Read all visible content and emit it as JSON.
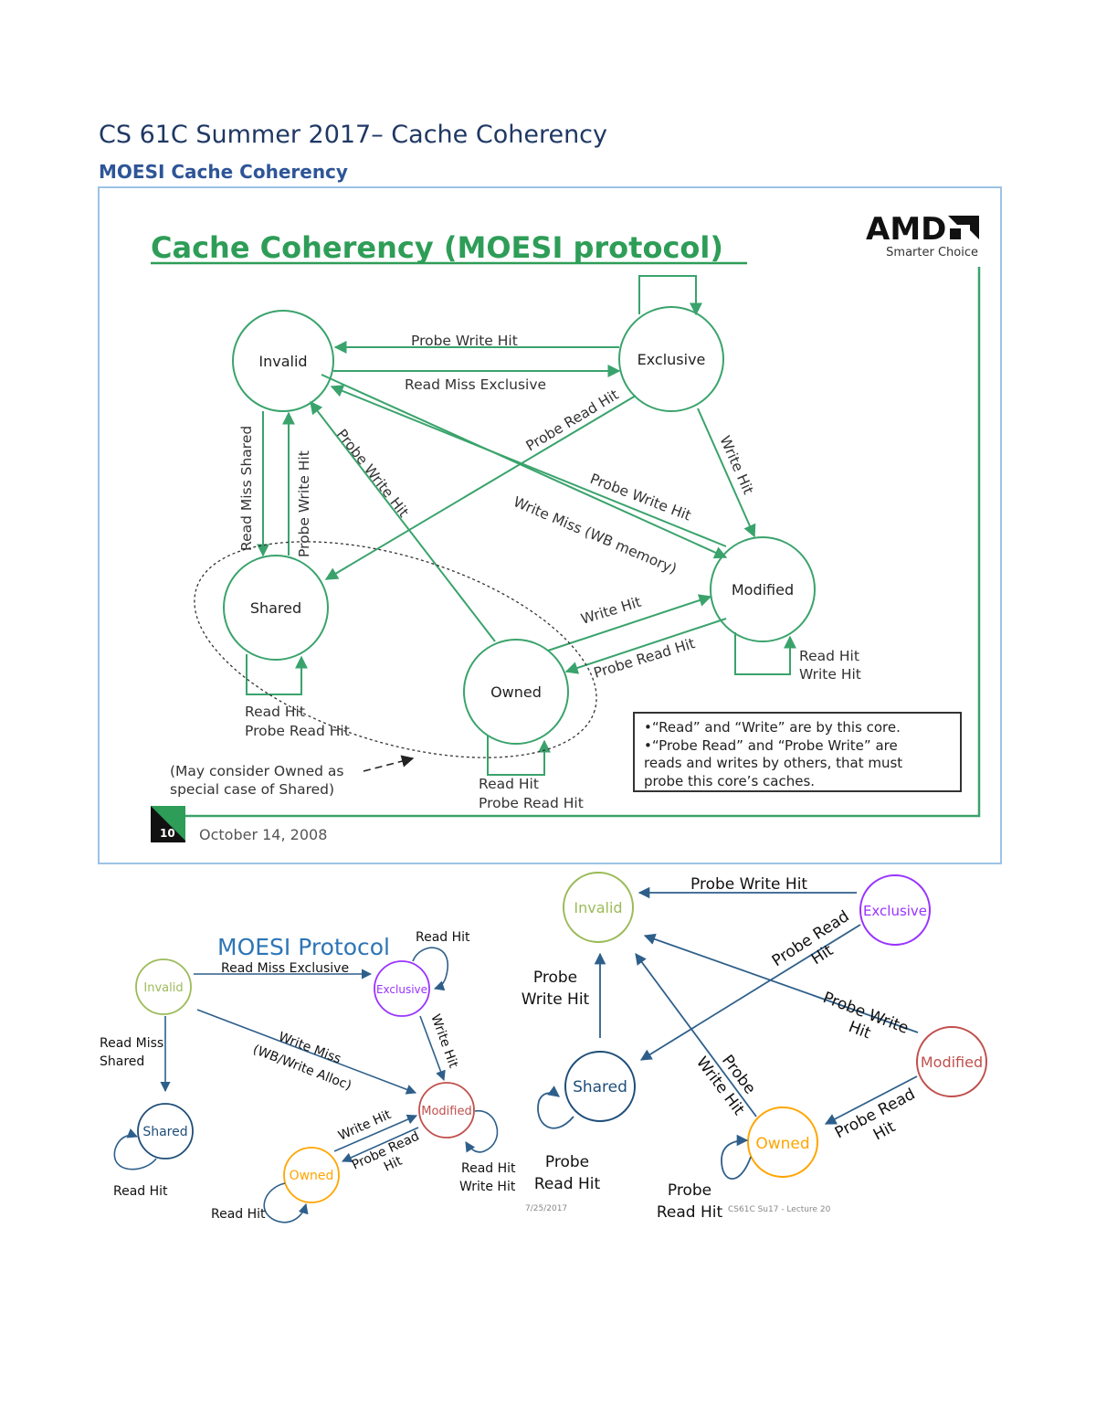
{
  "doc": {
    "title": "CS 61C Summer 2017– Cache Coherency",
    "subtitle": "MOESI Cache Coherency"
  },
  "slide": {
    "title": "Cache Coherency (MOESI protocol)",
    "logo_text": "AMD",
    "logo_tagline": "Smarter Choice",
    "page_number": "10",
    "date": "October 14, 2008",
    "states": {
      "invalid": "Invalid",
      "exclusive": "Exclusive",
      "shared": "Shared",
      "owned": "Owned",
      "modified": "Modified"
    },
    "labels": {
      "probe_write_hit_top": "Probe Write Hit",
      "read_miss_exclusive": "Read Miss Exclusive",
      "probe_read_hit_ex_sh": "Probe Read Hit",
      "write_hit_ex_mod": "Write Hit",
      "read_miss_shared": "Read Miss Shared",
      "probe_write_hit_sh_inv": "Probe Write Hit",
      "probe_write_hit_own_inv": "Probe Write Hit",
      "probe_write_hit_mod_inv": "Probe Write Hit",
      "write_miss_wb": "Write Miss (WB memory)",
      "write_hit_own_mod": "Write Hit",
      "probe_read_hit_mod_own": "Probe Read Hit",
      "mod_loop_1": "Read Hit",
      "mod_loop_2": "Write Hit",
      "shared_loop_1": "Read Hit",
      "shared_loop_2": "Probe Read Hit",
      "owned_loop_1": "Read Hit",
      "owned_loop_2": "Probe Read Hit",
      "owned_note_1": "(May consider Owned as",
      "owned_note_2": "special case of Shared)"
    },
    "notes": [
      "•“Read” and “Write” are by this core.",
      "•“Probe Read” and “Probe Write” are",
      "reads and writes by others, that must",
      "probe this core’s caches."
    ]
  },
  "left_diagram": {
    "title": "MOESI Protocol",
    "states": {
      "invalid": "Invalid",
      "exclusive": "Exclusive",
      "shared": "Shared",
      "owned": "Owned",
      "modified": "Modified"
    },
    "labels": {
      "read_miss_exclusive": "Read Miss Exclusive",
      "ex_loop": "Read Hit",
      "read_miss_shared_1": "Read Miss",
      "read_miss_shared_2": "Shared",
      "write_miss_1": "Write Miss",
      "write_miss_2": "(WB/Write Alloc)",
      "write_hit_ex_mod": "Write Hit",
      "shared_loop": "Read Hit",
      "write_hit_own_mod": "Write Hit",
      "probe_read_hit_1": "Probe Read",
      "probe_read_hit_2": "Hit",
      "mod_loop_1": "Read Hit",
      "mod_loop_2": "Write Hit",
      "owned_loop": "Read Hit",
      "footer_date": "7/25/2017"
    }
  },
  "right_diagram": {
    "states": {
      "invalid": "Invalid",
      "exclusive": "Exclusive",
      "shared": "Shared",
      "owned": "Owned",
      "modified": "Modified"
    },
    "labels": {
      "probe_write_hit_top": "Probe Write Hit",
      "probe_write_hit_sh_1": "Probe",
      "probe_write_hit_sh_2": "Write Hit",
      "probe_read_hit_ex_1": "Probe Read",
      "probe_read_hit_ex_2": "Hit",
      "probe_write_hit_mod_1": "Probe Write",
      "probe_write_hit_mod_2": "Hit",
      "probe_write_hit_own_1": "Probe",
      "probe_write_hit_own_2": "Write Hit",
      "probe_read_hit_mod_1": "Probe Read",
      "probe_read_hit_mod_2": "Hit",
      "shared_loop_1": "Probe",
      "shared_loop_2": "Read Hit",
      "owned_loop_1": "Probe",
      "owned_loop_2": "Read Hit",
      "footer": "CS61C Su17 - Lecture 20"
    }
  },
  "colors": {
    "doc_title": "#1f3864",
    "slide_green": "#3aa36c",
    "slide_title_green": "#2e9d57",
    "invalid": "#9bbb59",
    "exclusive": "#9933ff",
    "shared": "#1f4e79",
    "owned": "#ffa500",
    "modified": "#c0504d",
    "arrow_blue": "#2e5f8a"
  }
}
